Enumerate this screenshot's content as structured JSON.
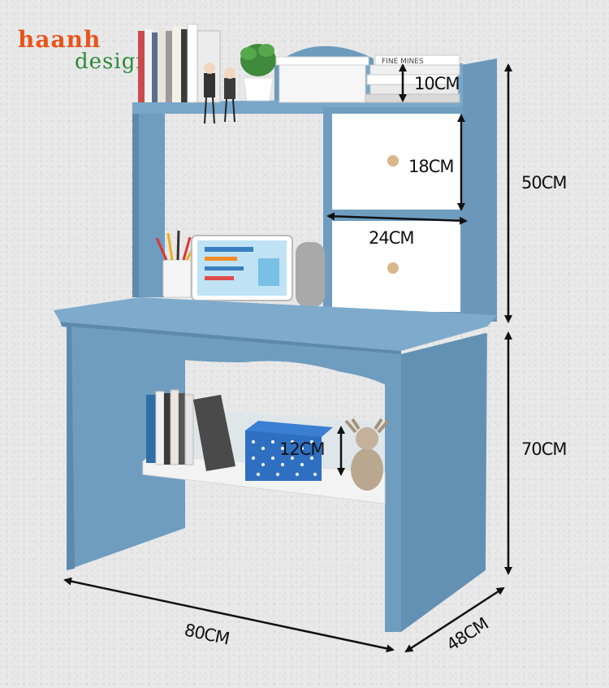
{
  "logo": {
    "line1": "haanh",
    "line2": "design"
  },
  "dimensions": {
    "top_shelf_height": "10CM",
    "drawer_height": "18CM",
    "drawer_width": "24CM",
    "hutch_height": "50CM",
    "desk_height": "70CM",
    "lower_shelf_height": "12CM",
    "desk_width": "80CM",
    "desk_depth": "48CM"
  },
  "book_titles": {
    "top_book": "FINE MINES"
  },
  "colors": {
    "desk_blue": "#6f9dc0",
    "desk_blue_dark": "#5a86a8",
    "drawer_white": "#ffffff",
    "background": "#e9e9e9",
    "logo_orange": "#e8541b",
    "logo_green": "#2f8a3a"
  }
}
